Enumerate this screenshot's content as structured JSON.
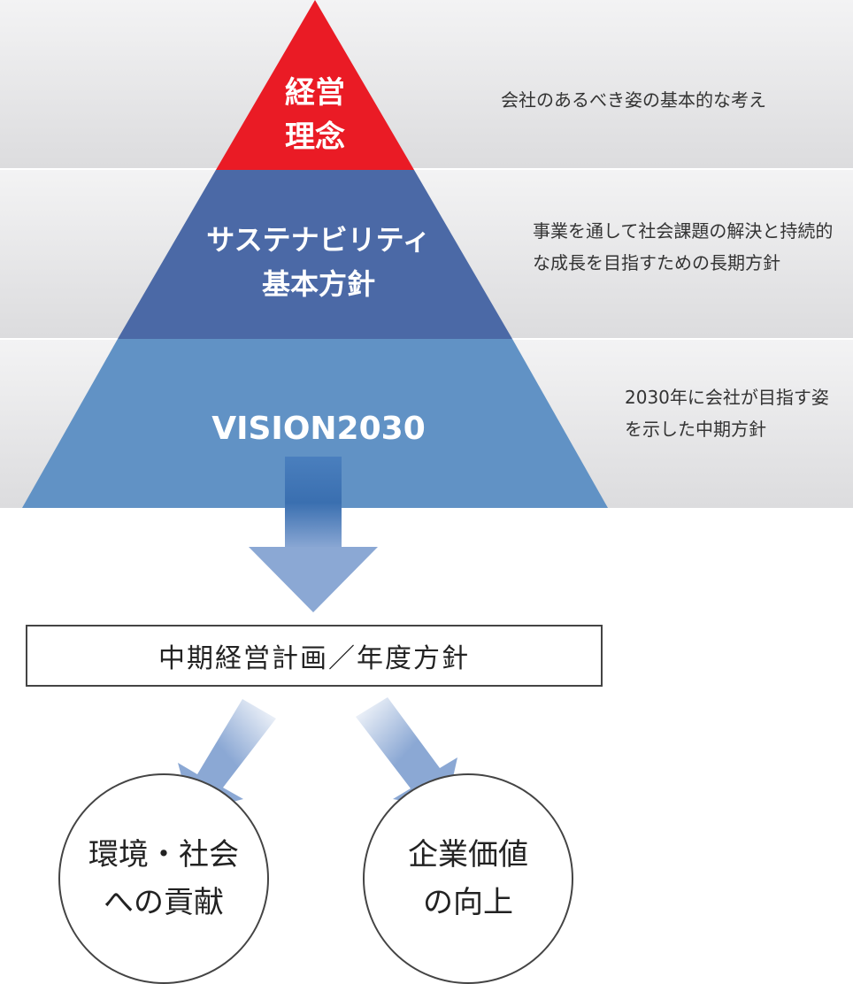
{
  "pyramid": {
    "tiers": [
      {
        "line1": "経営",
        "line2": "理念",
        "color": "#ea1b25"
      },
      {
        "line1": "サステナビリティ",
        "line2": "基本方針",
        "color": "#4b69a6"
      },
      {
        "line1": "VISION2030",
        "color": "#6192c5"
      }
    ]
  },
  "descriptions": [
    {
      "text": "会社のあるべき姿の基本的な考え"
    },
    {
      "text": "事業を通して社会課題の解決と持続的な成長を目指すための長期方針"
    },
    {
      "text": "2030年に会社が目指す姿を示した中期方針"
    }
  ],
  "plan_box": {
    "label": "中期経営計画／年度方針"
  },
  "outcomes": [
    {
      "line1": "環境・社会",
      "line2": "への貢献"
    },
    {
      "line1": "企業価値",
      "line2": "の向上"
    }
  ],
  "colors": {
    "arrow": "#8ba8d4",
    "band": "#e6e6e8"
  }
}
